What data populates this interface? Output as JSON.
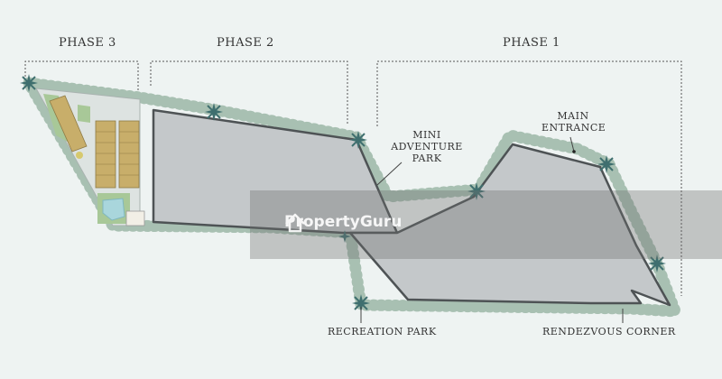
{
  "phases": [
    "PHASE 3",
    "PHASE 2",
    "PHASE 1"
  ],
  "labels": {
    "mini_adventure_park": [
      "MINI",
      "ADVENTURE",
      "PARK"
    ],
    "main_entrance": [
      "MAIN",
      "ENTRANCE"
    ],
    "recreation_park": "RECREATION PARK",
    "rendezvous_corner": "RENDEZVOUS CORNER"
  },
  "watermark": "PropertyGuru",
  "colors": {
    "background": "#eef3f2",
    "site_fill": "#c4c8ca",
    "site_outline": "#4e5355",
    "bush": "#a8c0b2",
    "palm": "#3f6f6f",
    "townhouse": "#c8ae6a",
    "pool": "#a9d6dc"
  }
}
